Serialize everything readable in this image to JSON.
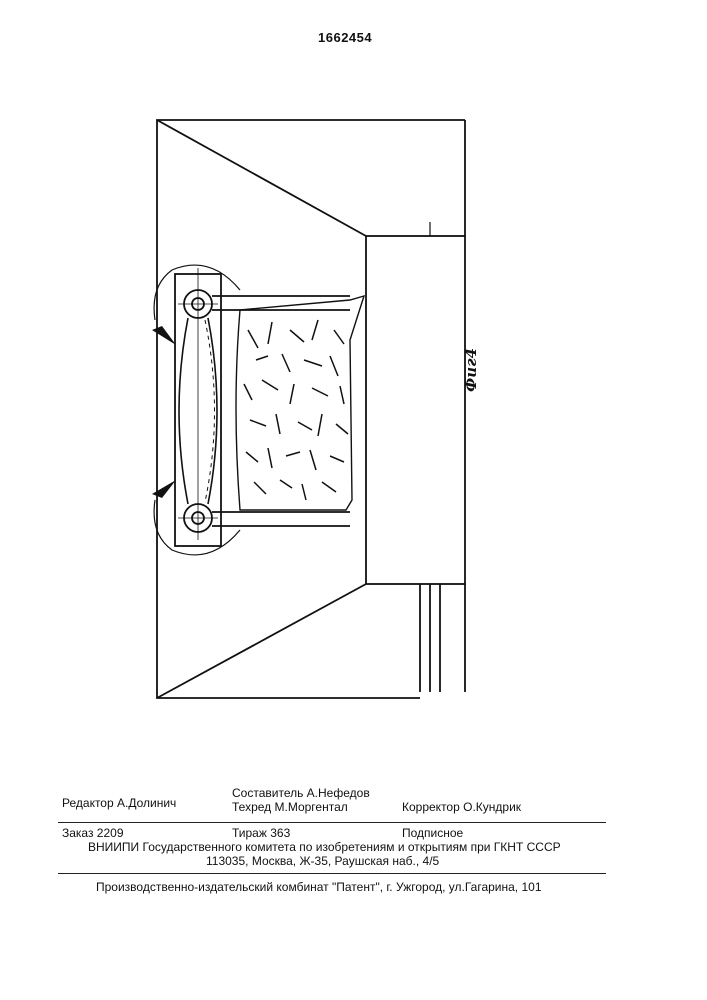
{
  "patent_number": "1662454",
  "figure_label": "Фиг4",
  "imprint": {
    "compiler": "Составитель А.Нефедов",
    "editor": "Редактор  А.Долинич",
    "techred": "Техред М.Моргентал",
    "corrector": "Корректор  О.Кундрик",
    "order": "Заказ  2209",
    "circulation": "Тираж 363",
    "subscription": "Подписное",
    "institute": "ВНИИПИ Государственного комитета по изобретениям и открытиям при ГКНТ СССР",
    "address": "113035, Москва, Ж-35, Раушская наб., 4/5",
    "publisher": "Производственно-издательский комбинат \"Патент\", г. Ужгород, ул.Гагарина, 101"
  }
}
